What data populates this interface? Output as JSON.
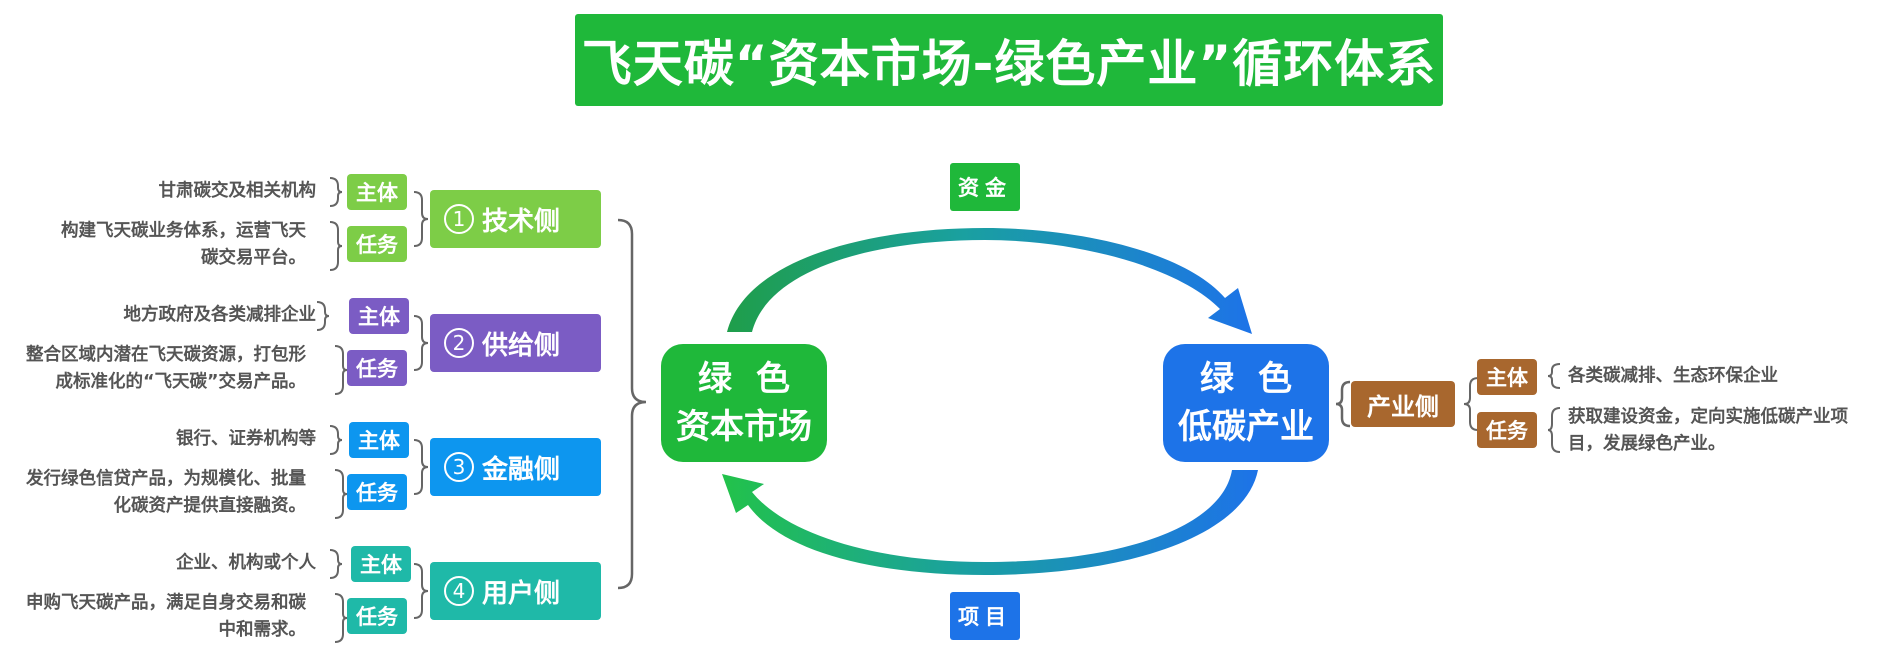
{
  "title": "飞天碳“资本市场-绿色产业”循环体系",
  "left_sides": [
    {
      "num": "1",
      "label": "技术侧",
      "color": "#7dcd47",
      "subject_tag": "主体",
      "subject": "甘肃碳交及相关机构",
      "task_tag": "任务",
      "task_lines": [
        "构建飞天碳业务体系，运营飞天",
        "碳交易平台。"
      ]
    },
    {
      "num": "2",
      "label": "供给侧",
      "color": "#7b5cc4",
      "subject_tag": "主体",
      "subject": "地方政府及各类减排企业",
      "task_tag": "任务",
      "task_lines": [
        "整合区域内潜在飞天碳资源，打包形",
        "成标准化的“飞天碳”交易产品。"
      ]
    },
    {
      "num": "3",
      "label": "金融侧",
      "color": "#0d96ef",
      "subject_tag": "主体",
      "subject": "银行、证券机构等",
      "task_tag": "任务",
      "task_lines": [
        "发行绿色信贷产品，为规模化、批量",
        "化碳资产提供直接融资。"
      ]
    },
    {
      "num": "4",
      "label": "用户侧",
      "color": "#1fb9a8",
      "subject_tag": "主体",
      "subject": "企业、机构或个人",
      "task_tag": "任务",
      "task_lines": [
        "申购飞天碳产品，满足自身交易和碳",
        "中和需求。"
      ]
    }
  ],
  "hub_left": {
    "line1": "绿色",
    "line2": "资本市场",
    "color": "#1fb83a"
  },
  "hub_right": {
    "line1": "绿色",
    "line2": "低碳产业",
    "color": "#1d73e8"
  },
  "flow_top": {
    "label": "资金",
    "color": "#1fb83a"
  },
  "flow_bottom": {
    "label": "项目",
    "color": "#1d73e8"
  },
  "industry": {
    "label": "产业侧",
    "color": "#a8672e",
    "subject_tag": "主体",
    "subject": "各类碳减排、生态环保企业",
    "task_tag": "任务",
    "task_lines": [
      "获取建设资金，定向实施低碳产业项",
      "目，发展绿色产业。"
    ]
  }
}
